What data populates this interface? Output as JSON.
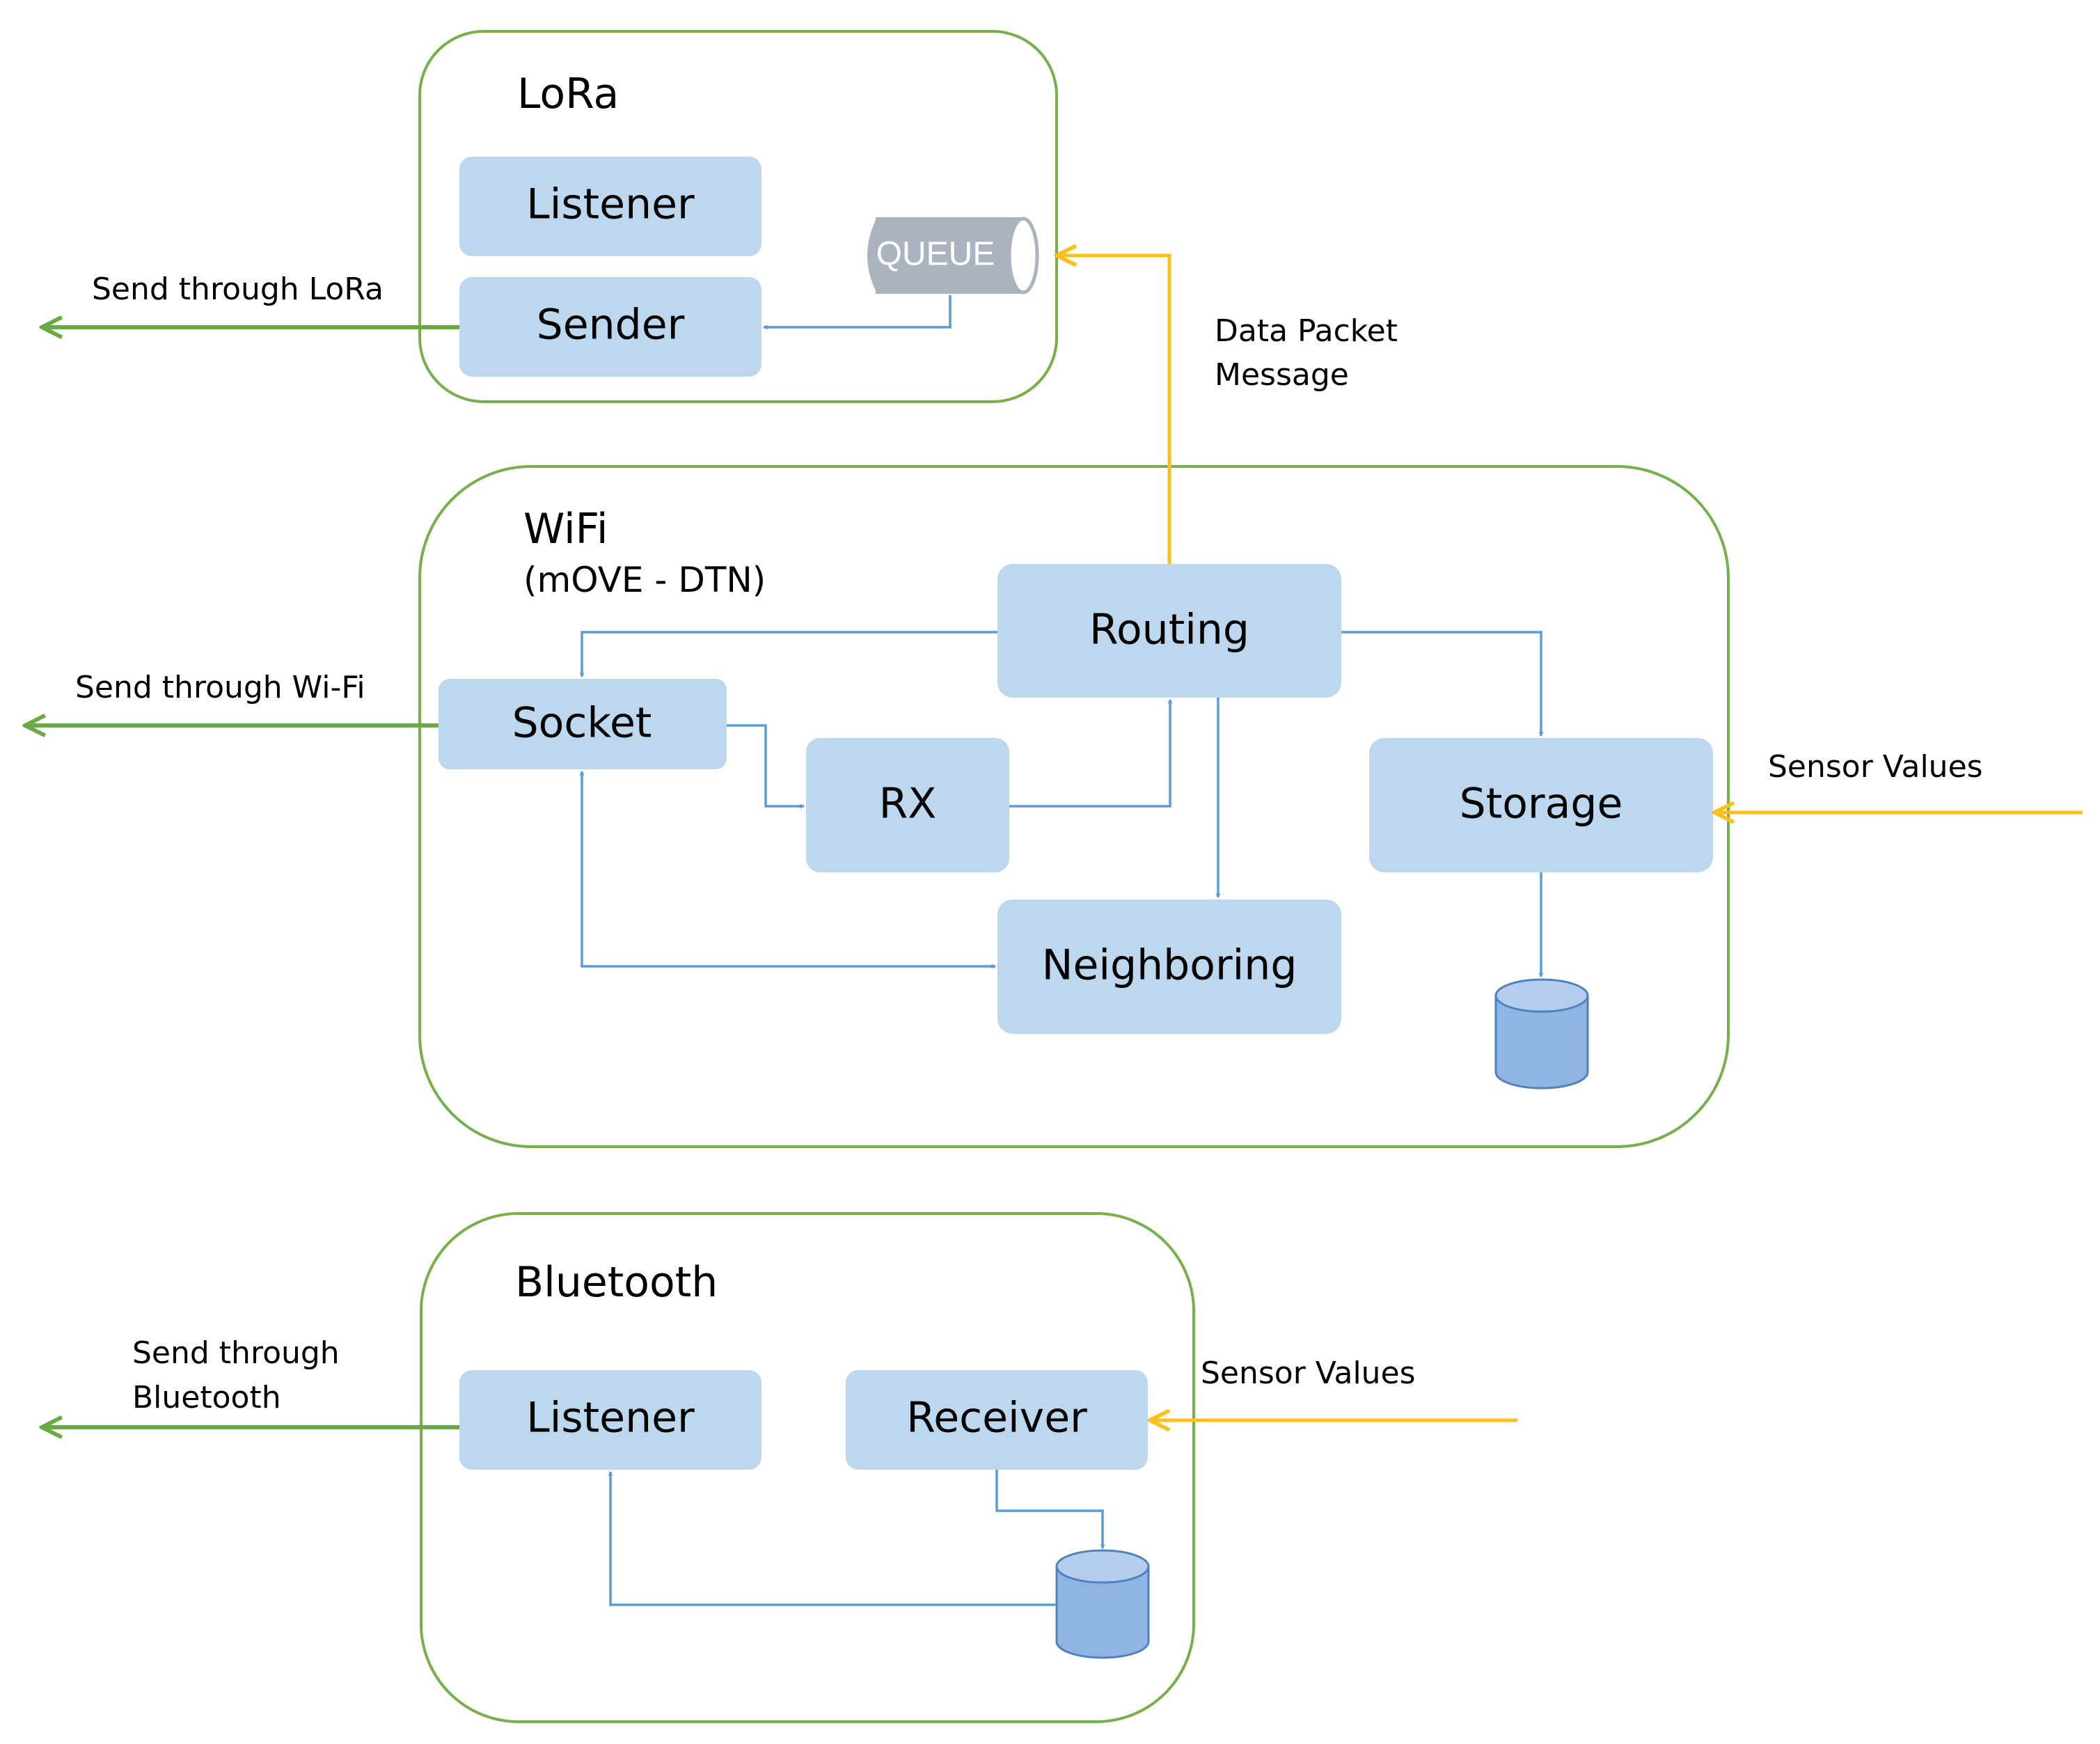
{
  "groups": {
    "lora": {
      "title": "LoRa",
      "listener": "Listener",
      "sender": "Sender",
      "queue": "QUEUE",
      "send_label": "Send through LoRa"
    },
    "wifi": {
      "title": "WiFi",
      "subtitle": "(mOVE - DTN)",
      "routing": "Routing",
      "socket": "Socket",
      "rx": "RX",
      "storage": "Storage",
      "neighboring": "Neighboring",
      "send_label": "Send through Wi-Fi",
      "sensor_label": "Sensor Values"
    },
    "bluetooth": {
      "title": "Bluetooth",
      "listener": "Listener",
      "receiver": "Receiver",
      "send_label_line1": "Send through",
      "send_label_line2": "Bluetooth",
      "sensor_label": "Sensor Values"
    }
  },
  "data_packet_label_line1": "Data Packet",
  "data_packet_label_line2": "Message",
  "colors": {
    "group_border": "#77b04a",
    "component_fill": "#bdd7ee",
    "internal_flow": "#5b9bd5",
    "outgoing_flow": "#6aaa44",
    "incoming_flow": "#fdbf1a",
    "queue": "#aab4bf",
    "database": "#8fb4e3"
  },
  "icons": {
    "queue": "queue-cylinder-icon",
    "database": "database-icon"
  }
}
